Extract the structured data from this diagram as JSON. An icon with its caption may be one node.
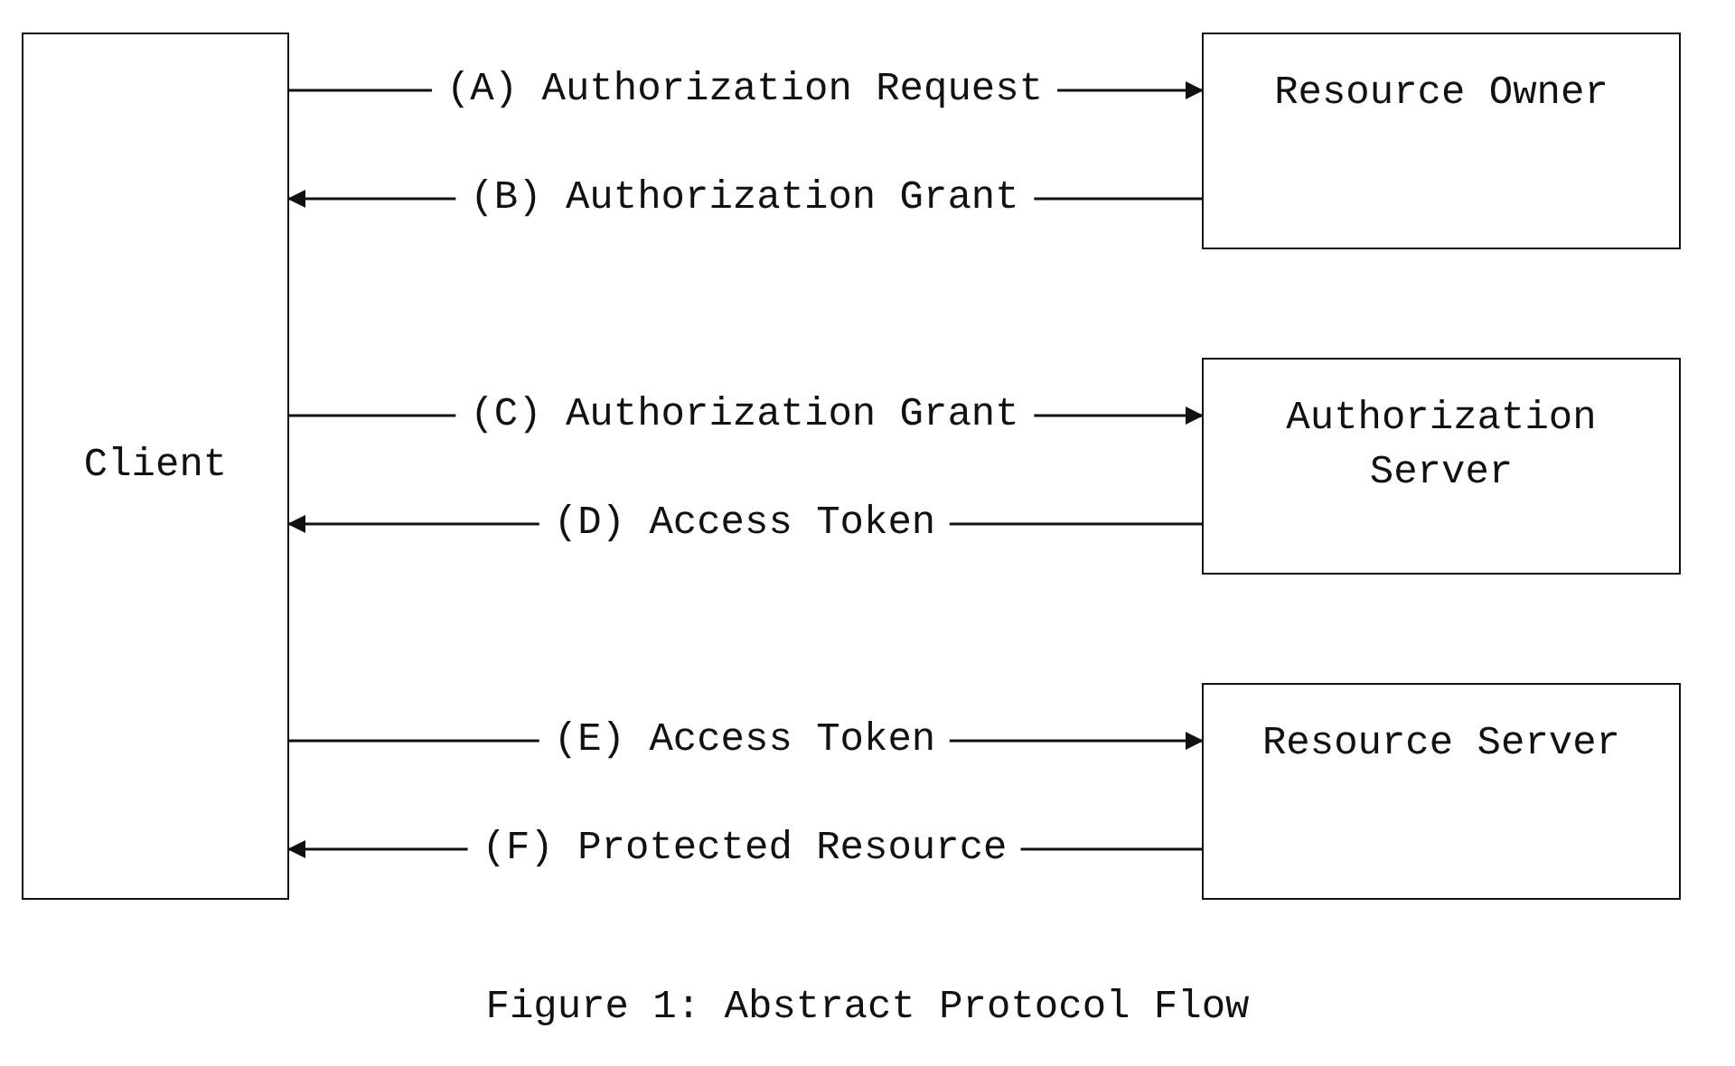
{
  "diagram": {
    "caption": "Figure 1: Abstract Protocol Flow",
    "nodes": [
      {
        "text": [
          "Client"
        ]
      },
      {
        "text": [
          "Resource Owner"
        ]
      },
      {
        "text": [
          "Authorization Server"
        ]
      },
      {
        "text": [
          "Resource Server"
        ]
      }
    ],
    "edges": [
      {
        "from": 0,
        "to": 1,
        "arrow": "to",
        "label": "(A) Authorization Request"
      },
      {
        "from": 1,
        "to": 0,
        "arrow": "to",
        "label": "(B) Authorization Grant"
      },
      {
        "from": 0,
        "to": 2,
        "arrow": "to",
        "label": "(C) Authorization Grant"
      },
      {
        "from": 2,
        "to": 0,
        "arrow": "to",
        "label": "(D) Access Token"
      },
      {
        "from": 0,
        "to": 3,
        "arrow": "to",
        "label": "(E) Access Token"
      },
      {
        "from": 3,
        "to": 0,
        "arrow": "to",
        "label": "(F) Protected Resource"
      }
    ]
  }
}
